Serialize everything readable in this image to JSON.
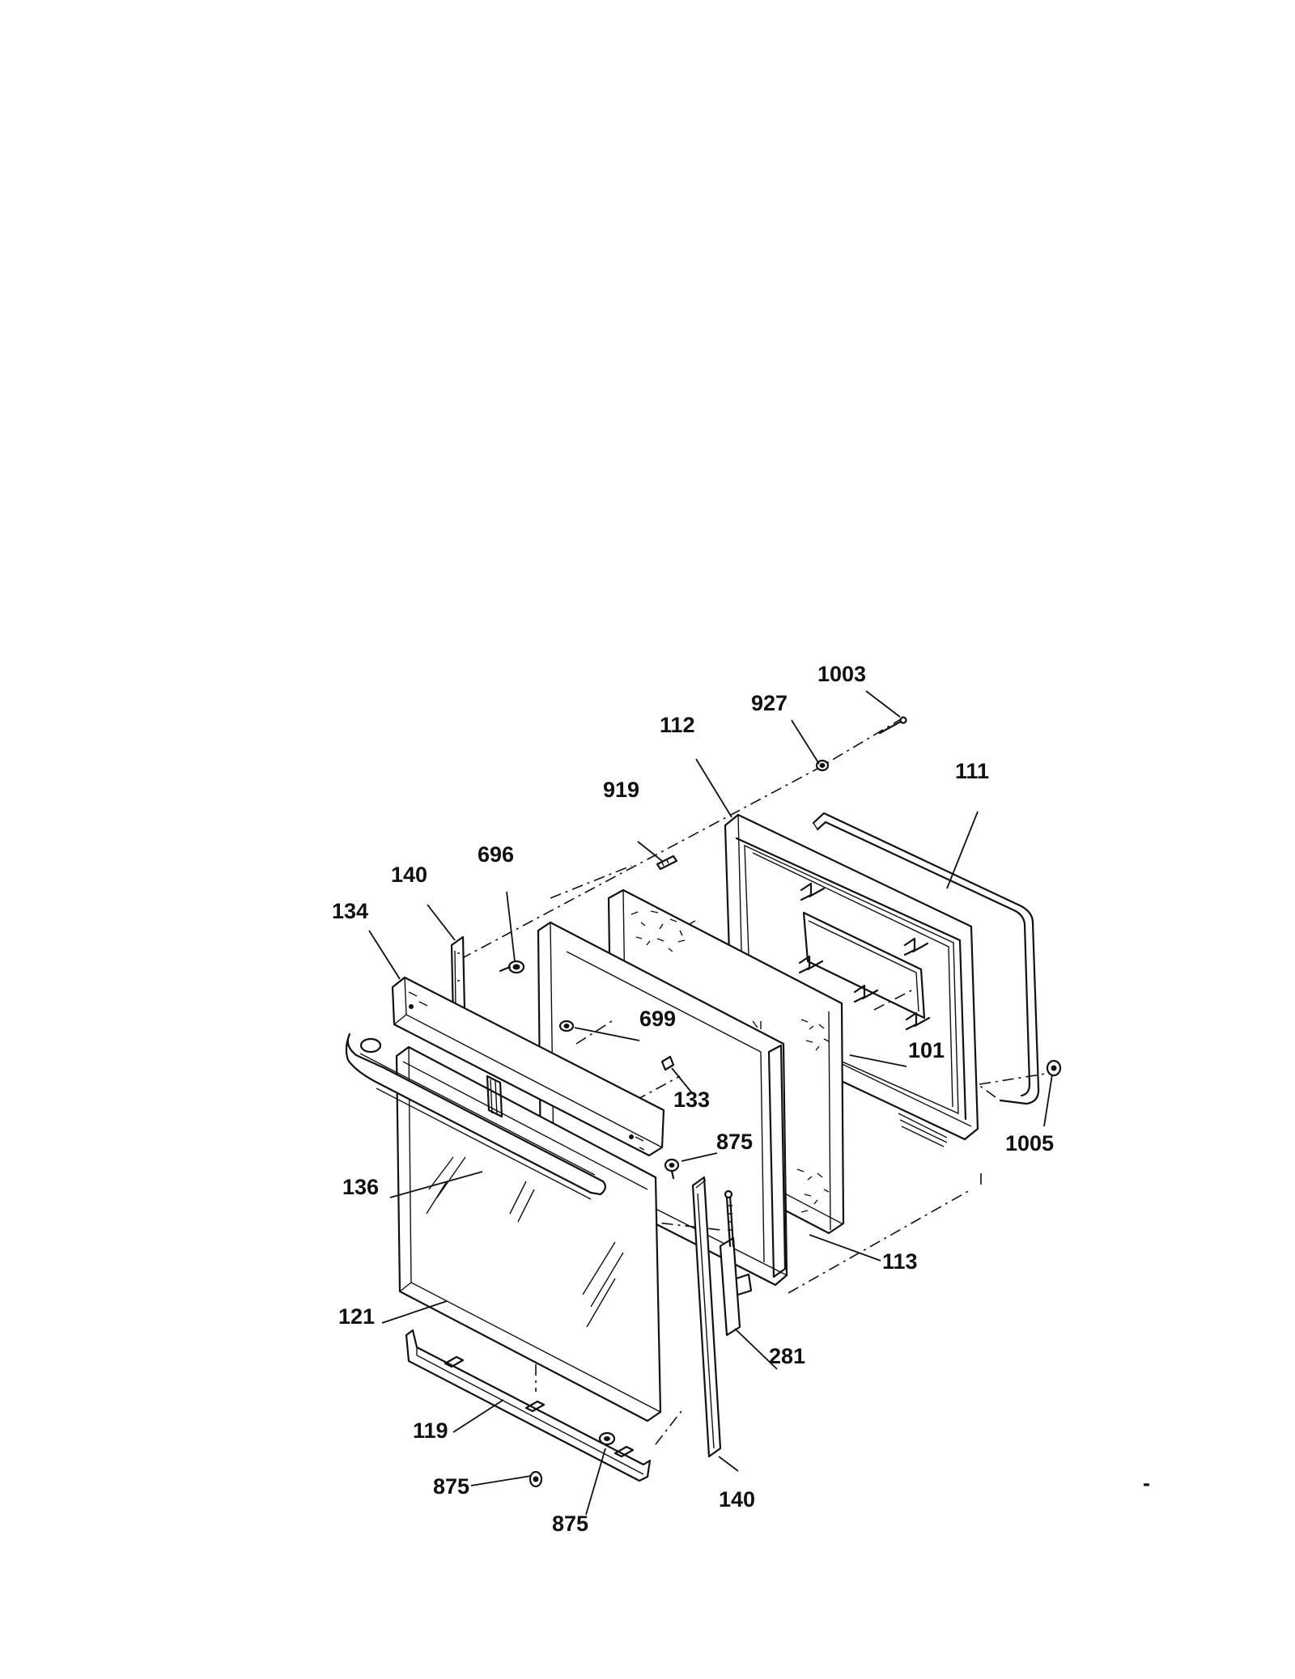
{
  "diagram": {
    "type": "exploded-parts-diagram",
    "part_labels": {
      "p1003": "1003",
      "p927": "927",
      "p112": "112",
      "p111": "111",
      "p919": "919",
      "p696": "696",
      "p140_top": "140",
      "p134": "134",
      "p699": "699",
      "p101": "101",
      "p133": "133",
      "p875_mid": "875",
      "p1005": "1005",
      "p136": "136",
      "p113": "113",
      "p121": "121",
      "p281": "281",
      "p119": "119",
      "p875_left": "875",
      "p875_bottom": "875",
      "p140_bottom": "140"
    },
    "stray_mark": "-"
  }
}
